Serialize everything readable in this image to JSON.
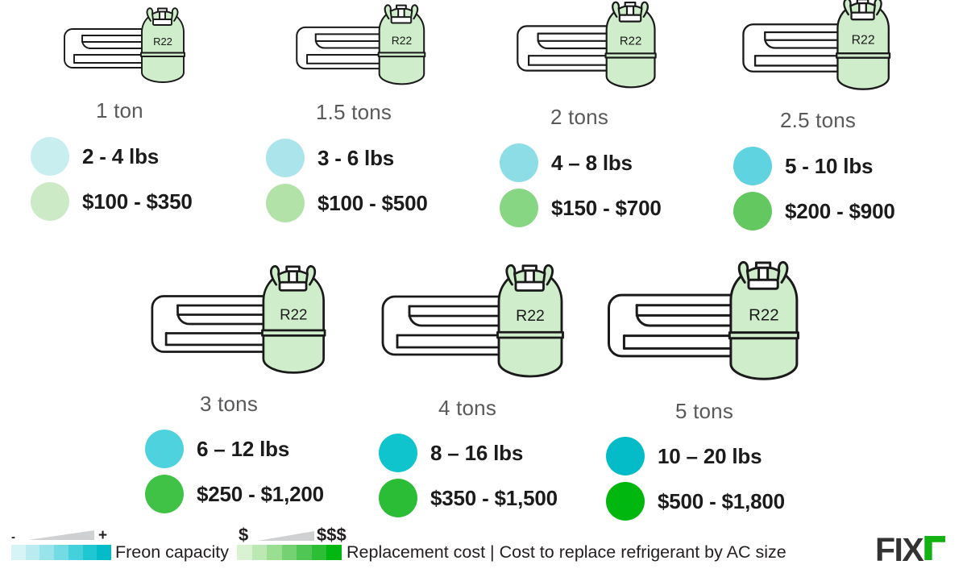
{
  "meta": {
    "icon_label": "R22"
  },
  "cards": [
    {
      "id": "1-ton",
      "size_label": "1 ton",
      "capacity": "2 - 4 lbs",
      "capacity_color": "#c8eef0",
      "cost": "$100 - $350",
      "cost_color": "#cdeac6"
    },
    {
      "id": "1-5-tons",
      "size_label": "1.5 tons",
      "capacity": "3 - 6 lbs",
      "capacity_color": "#ace4ec",
      "cost": "$100 - $500",
      "cost_color": "#b3e2a9"
    },
    {
      "id": "2-tons",
      "size_label": "2 tons",
      "capacity": "4 – 8 lbs",
      "capacity_color": "#8cdde6",
      "cost": "$150 - $700",
      "cost_color": "#87d683"
    },
    {
      "id": "2-5-tons",
      "size_label": "2.5 tons",
      "capacity": "5 - 10 lbs",
      "capacity_color": "#5fd3e0",
      "cost": "$200 - $900",
      "cost_color": "#62c85f"
    },
    {
      "id": "3-tons",
      "size_label": "3 tons",
      "capacity": "6 – 12 lbs",
      "capacity_color": "#4ed2de",
      "cost": "$250 - $1,200",
      "cost_color": "#3fc246"
    },
    {
      "id": "4-tons",
      "size_label": "4 tons",
      "capacity": "8 – 16 lbs",
      "capacity_color": "#10c4ce",
      "cost": "$350 - $1,500",
      "cost_color": "#2bbd36"
    },
    {
      "id": "5-tons",
      "size_label": "5 tons",
      "capacity": "10 – 20 lbs",
      "capacity_color": "#03bcc8",
      "cost": "$500 - $1,800",
      "cost_color": "#00b70f"
    }
  ],
  "legend": {
    "capacity": {
      "min_sign": "-",
      "max_sign": "+",
      "label": "Freon capacity",
      "swatches": [
        "#d6f3f5",
        "#b9ebf0",
        "#99e4ea",
        "#72dbe4",
        "#45d1dc",
        "#1fc7d3",
        "#03bcc8"
      ]
    },
    "cost": {
      "min_sign": "$",
      "max_sign": "$$$",
      "label": "Replacement cost | Cost to replace refrigerant by AC size",
      "swatches": [
        "#d8f2d2",
        "#bce9b3",
        "#9ade92",
        "#75d272",
        "#50c754",
        "#2cbf36",
        "#00b70f"
      ]
    }
  },
  "logo": {
    "word": "FIX",
    "mark": "r-mark",
    "word_color": "#333333",
    "mark_color": "#12b212"
  }
}
